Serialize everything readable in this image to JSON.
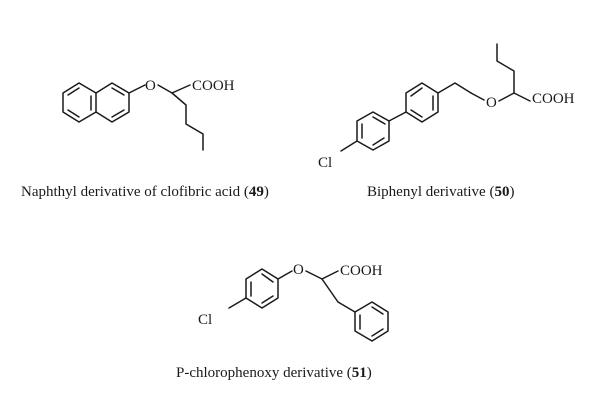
{
  "structures": {
    "s49": {
      "atoms": {
        "oxygen": "O",
        "acid": "COOH"
      },
      "caption": {
        "text": "Naphthyl derivative of clofibric acid (",
        "number": "49",
        "close": ")"
      }
    },
    "s50": {
      "atoms": {
        "chlorine": "Cl",
        "oxygen": "O",
        "acid": "COOH"
      },
      "caption": {
        "text": "Biphenyl derivative (",
        "number": "50",
        "close": ")"
      }
    },
    "s51": {
      "atoms": {
        "chlorine": "Cl",
        "oxygen": "O",
        "acid": "COOH"
      },
      "caption": {
        "text": "P-chlorophenoxy derivative (",
        "number": "51",
        "close": ")"
      }
    }
  }
}
